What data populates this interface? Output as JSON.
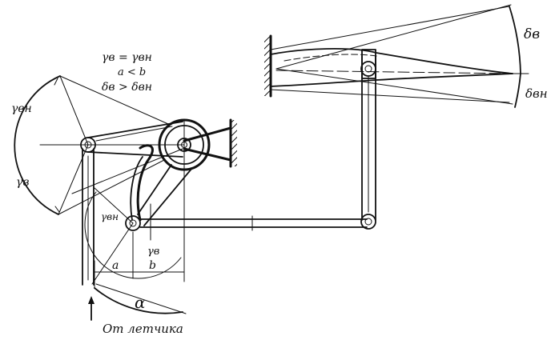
{
  "labels": {
    "eq_gamma": "γв = γвн",
    "ineq_ab": "a < b",
    "ineq_delta": "δв > δвн",
    "gamma_vn": "γвн",
    "gamma_v": "γв",
    "gamma_vn_lower": "γвн",
    "gamma_v_lower": "γв",
    "dim_a": "a",
    "dim_b": "b",
    "alpha": "α",
    "delta_v": "δв",
    "delta_vn": "δвн",
    "pilot": "От летчика"
  }
}
